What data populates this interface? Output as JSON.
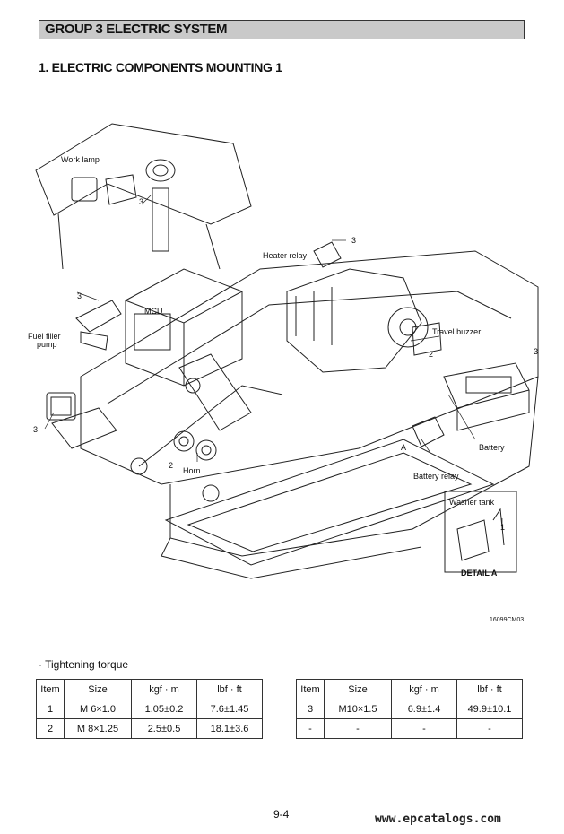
{
  "header": {
    "group_title": "GROUP  3  ELECTRIC SYSTEM",
    "section_title": "1. ELECTRIC COMPONENTS MOUNTING 1"
  },
  "diagram": {
    "labels": {
      "work_lamp": "Work lamp",
      "heater_relay": "Heater relay",
      "mcu": "MCU",
      "fuel_filler_pump_1": "Fuel filler",
      "fuel_filler_pump_2": "pump",
      "travel_buzzer": "Travel buzzer",
      "battery": "Battery",
      "battery_relay": "Battery relay",
      "horn": "Horn",
      "washer_tank": "Washer tank",
      "detail_a": "DETAIL A",
      "detail_marker": "A"
    },
    "callouts": {
      "three": "3",
      "two": "2",
      "one": "1"
    },
    "figure_code": "16099CM03"
  },
  "torque": {
    "heading": "· Tightening torque",
    "columns": [
      "Item",
      "Size",
      "kgf · m",
      "lbf · ft"
    ],
    "left_rows": [
      [
        "1",
        "M 6×1.0",
        "1.05±0.2",
        "7.6±1.45"
      ],
      [
        "2",
        "M 8×1.25",
        "2.5±0.5",
        "18.1±3.6"
      ]
    ],
    "right_rows": [
      [
        "3",
        "M10×1.5",
        "6.9±1.4",
        "49.9±10.1"
      ],
      [
        "-",
        "-",
        "-",
        "-"
      ]
    ]
  },
  "footer": {
    "page_number": "9-4",
    "watermark": "www.epcatalogs.com"
  }
}
